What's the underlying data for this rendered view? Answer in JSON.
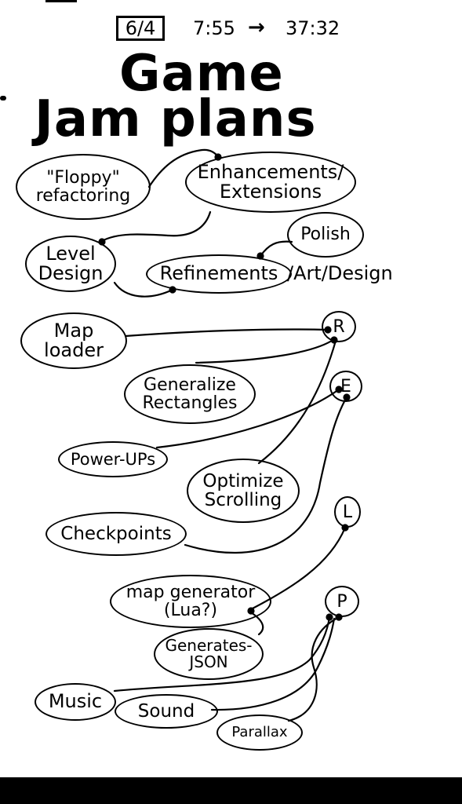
{
  "header": {
    "date": "6/4",
    "time_start": "7:55",
    "time_arrow": "→",
    "time_end": "37:32"
  },
  "title": {
    "line1": "Game",
    "line2": "Jam plans"
  },
  "nodes": {
    "floppy_refactoring": [
      "\"Floppy\"",
      "refactoring"
    ],
    "enhancements": [
      "Enhancements/",
      "Extensions"
    ],
    "level_design": [
      "Level",
      "Design"
    ],
    "polish": "Polish",
    "refinements": "Refinements",
    "art_design": "/Art/Design",
    "map_loader": [
      "Map",
      "loader"
    ],
    "generalize_rectangles": [
      "Generalize",
      "Rectangles"
    ],
    "power_ups": "Power-UPs",
    "optimize_scrolling": [
      "Optimize",
      "Scrolling"
    ],
    "checkpoints": "Checkpoints",
    "map_generator": [
      "map generator",
      "(Lua?)"
    ],
    "generates_json": [
      "Generates-",
      "JSON"
    ],
    "music": "Music",
    "sound": "Sound",
    "parallax": "Parallax"
  },
  "letters": {
    "r": "R",
    "e": "E",
    "l": "L",
    "p": "P"
  }
}
